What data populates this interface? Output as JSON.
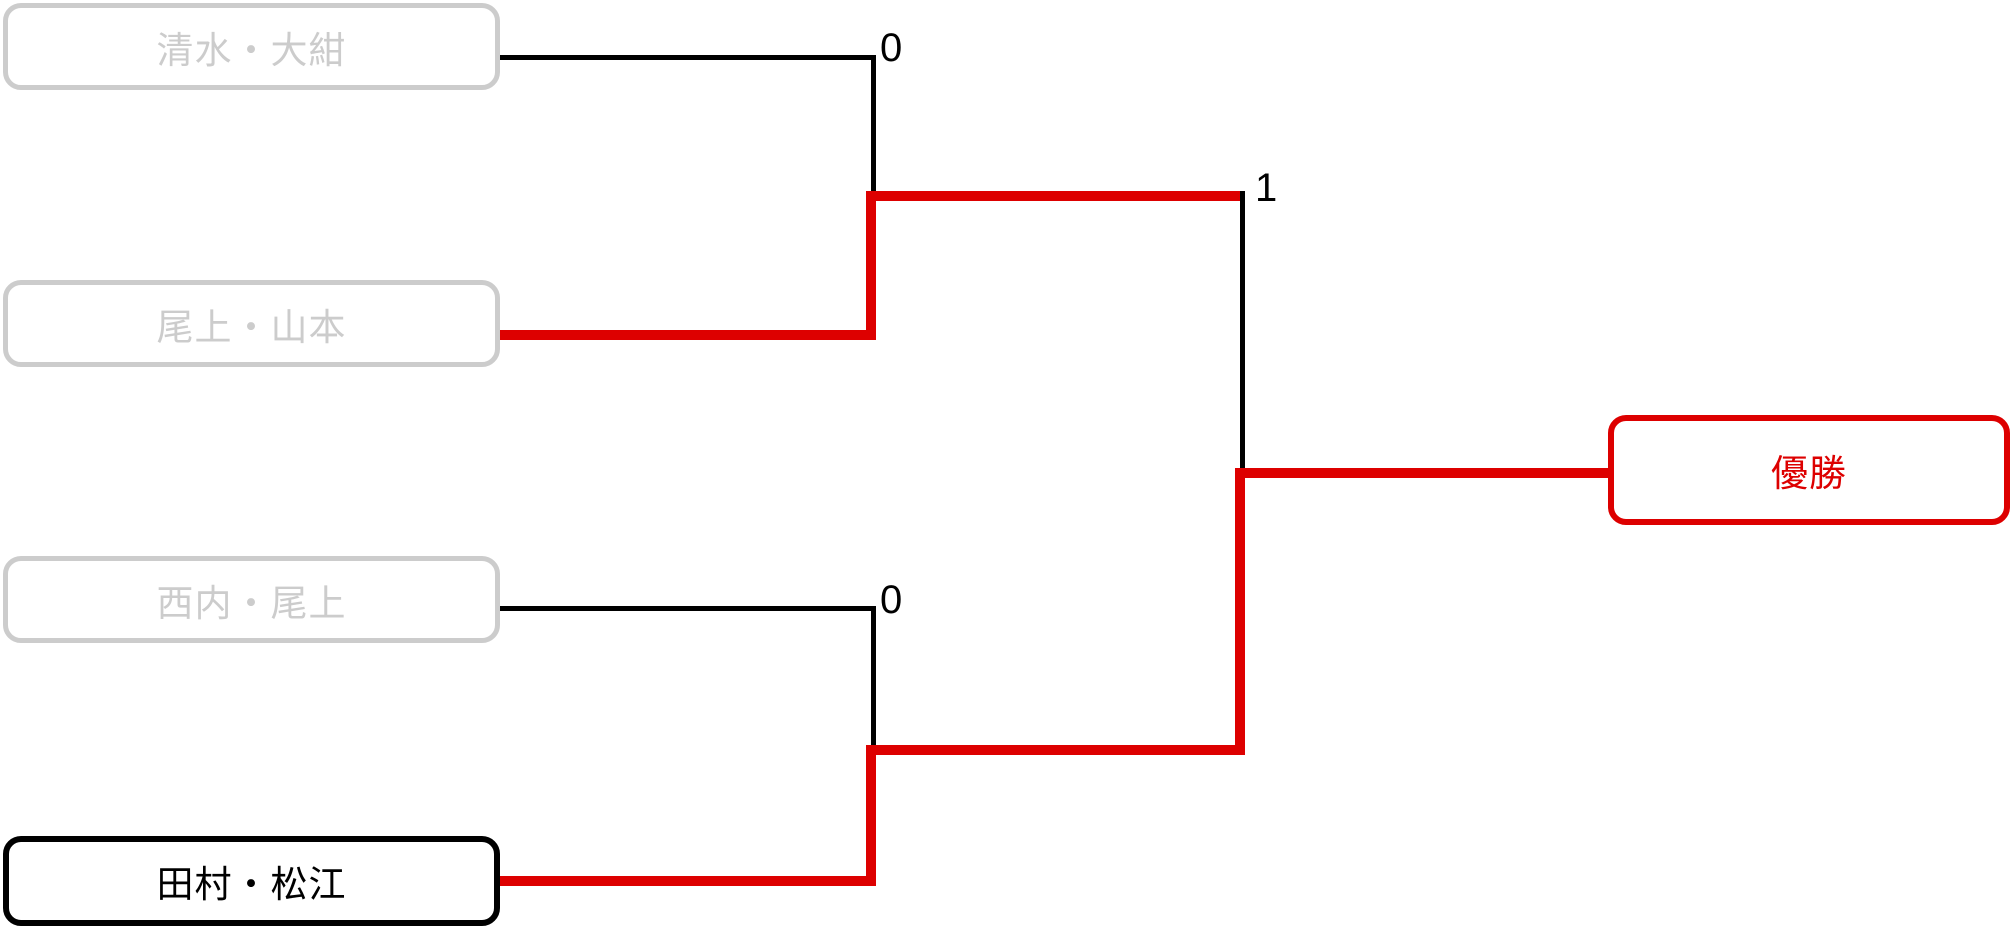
{
  "diagram": {
    "title": "tournament-bracket",
    "colors": {
      "winner_path": "#dd0000",
      "loser_path": "#000000",
      "eliminated_box": "#cccccc",
      "active_box": "#000000"
    }
  },
  "teams": [
    {
      "name": "清水・大紺",
      "state": "eliminated"
    },
    {
      "name": "尾上・山本",
      "state": "eliminated"
    },
    {
      "name": "西内・尾上",
      "state": "eliminated"
    },
    {
      "name": "田村・松江",
      "state": "winner"
    }
  ],
  "champion": {
    "label": "優勝"
  },
  "scores": {
    "quarterfinal_top": "0",
    "semifinal_top": "1",
    "quarterfinal_bottom": "0"
  }
}
